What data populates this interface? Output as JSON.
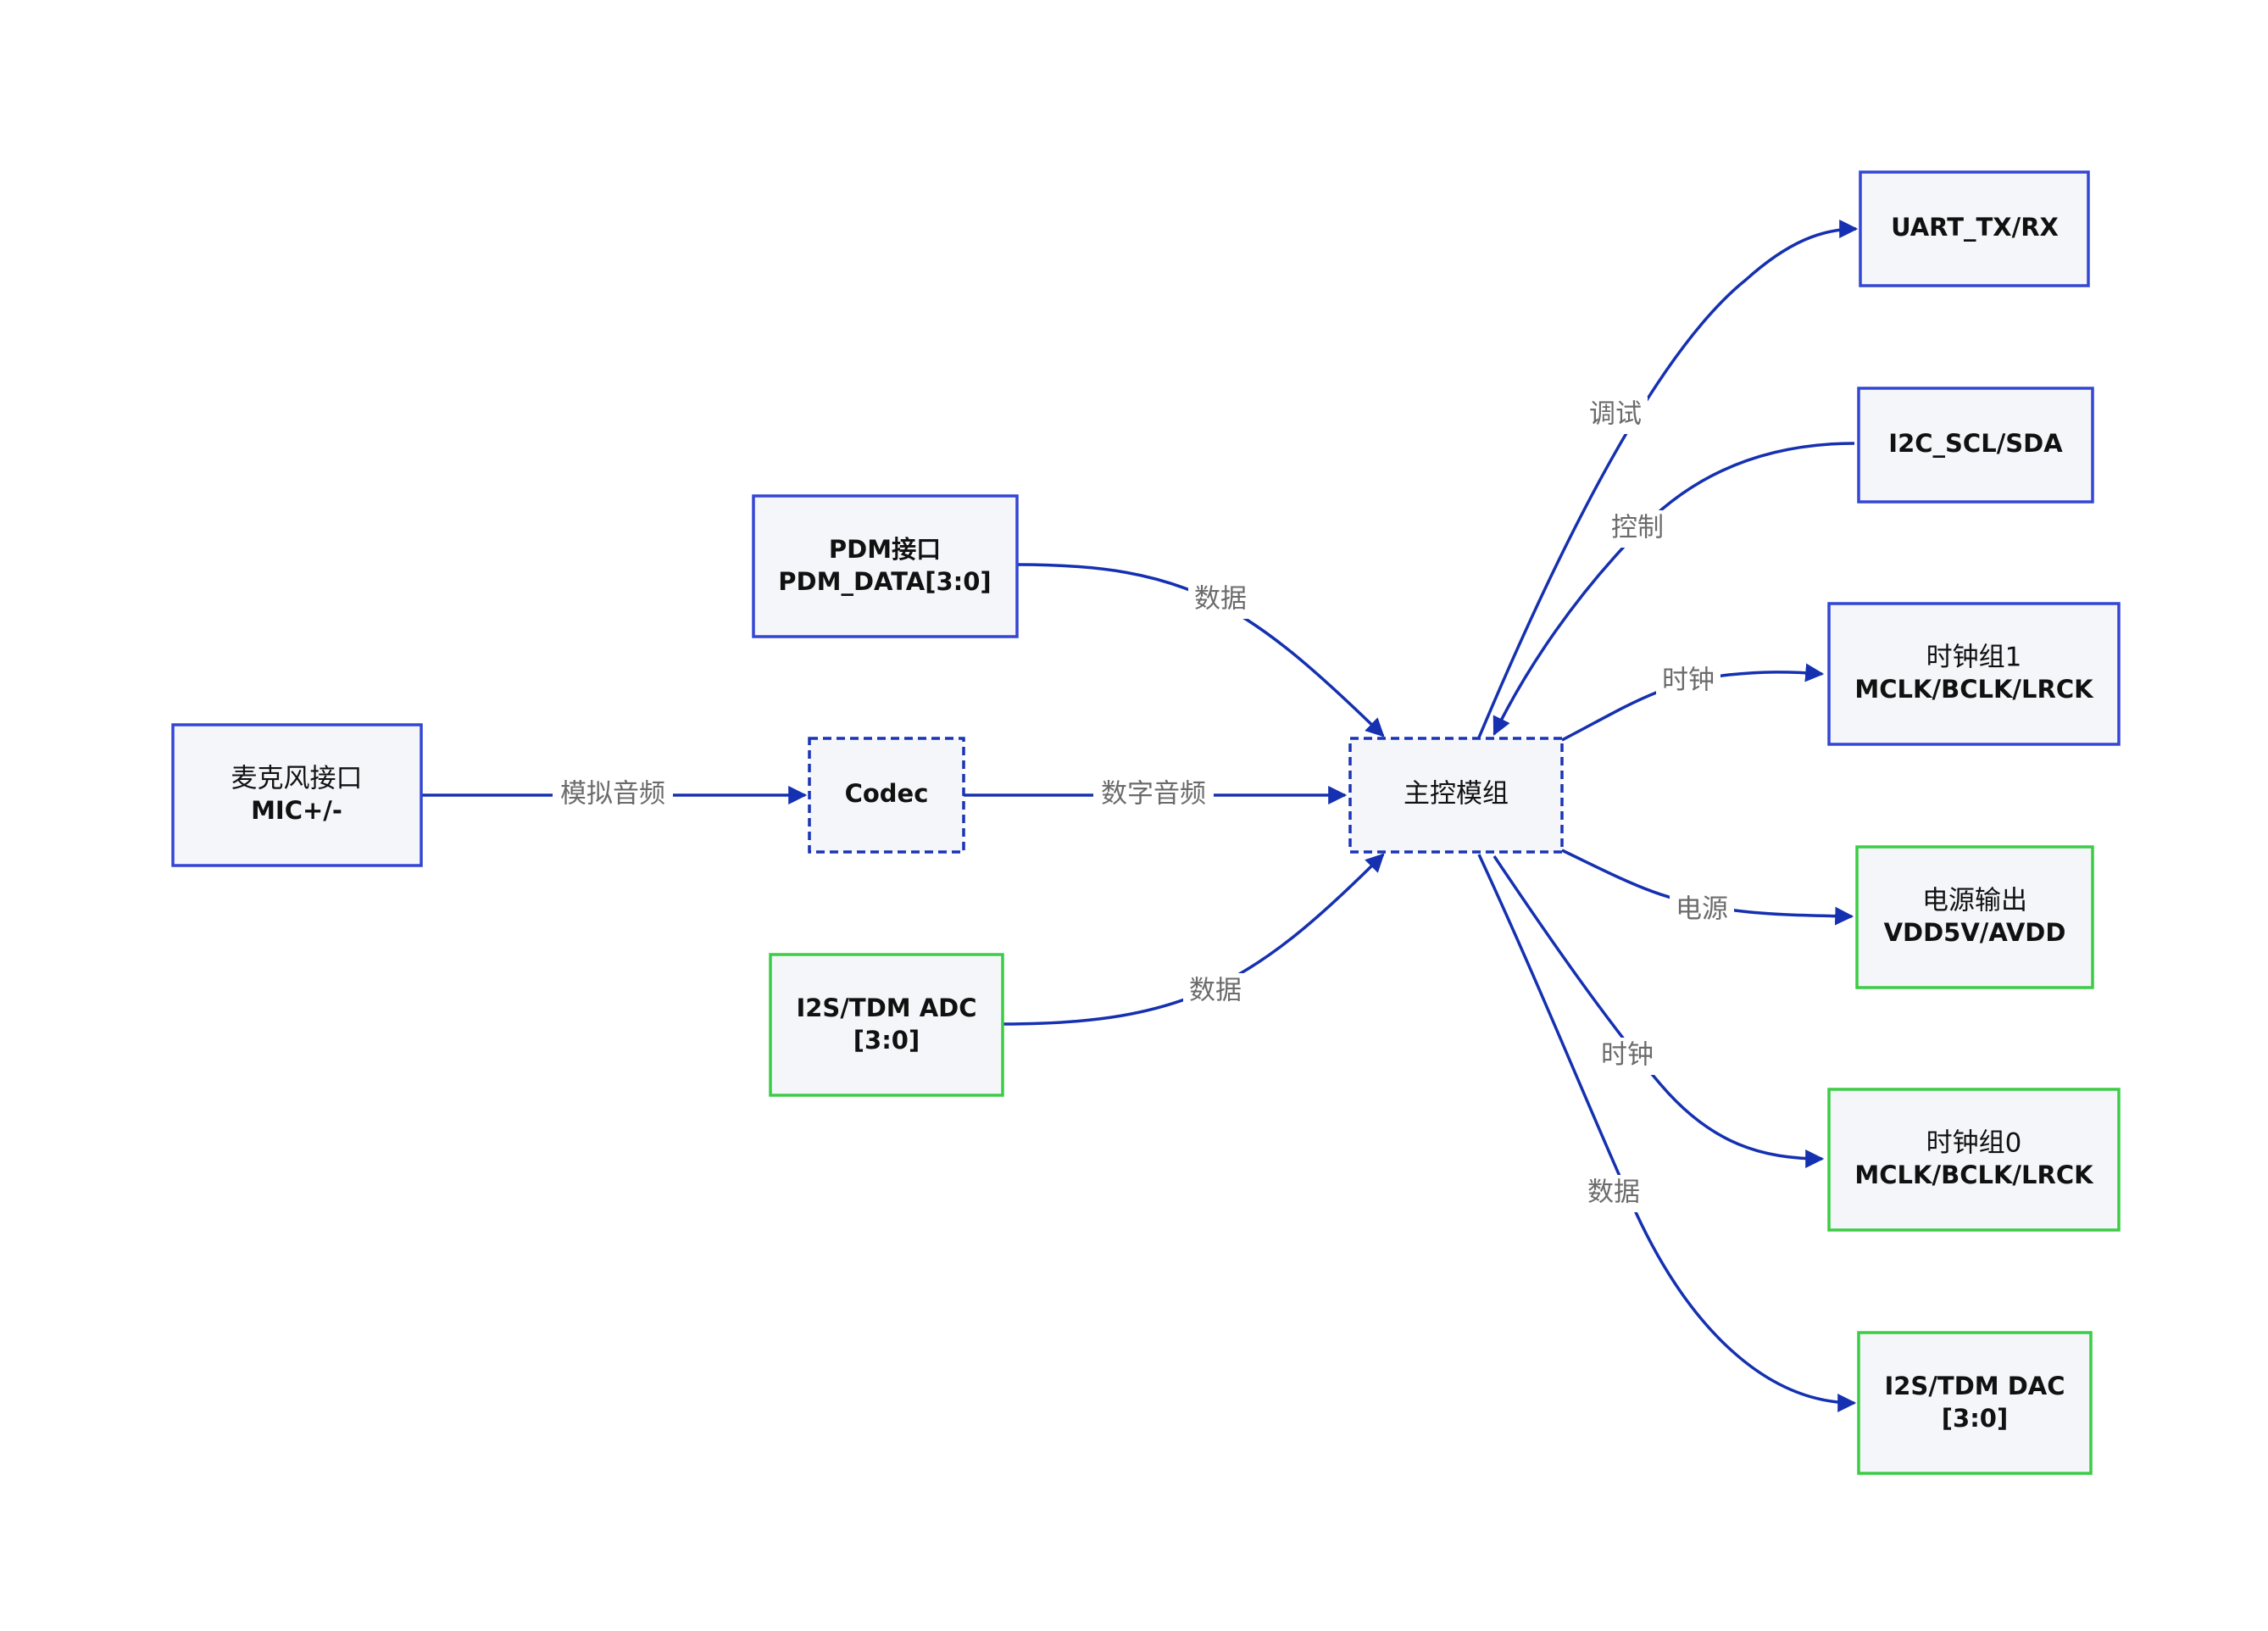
{
  "colors": {
    "edge": "#1530b0",
    "blue_border": "#3346d4",
    "green_border": "#3ccc45",
    "node_fill": "#f5f6fa",
    "label": "#6b6b6b"
  },
  "nodes": {
    "mic": {
      "line1": "麦克风接口",
      "line2": "MIC+/-"
    },
    "codec": {
      "line1": "Codec"
    },
    "pdm": {
      "line1": "PDM接口",
      "line2": "PDM_DATA[3:0]"
    },
    "i2s_adc": {
      "line1": "I2S/TDM ADC",
      "line2": "[3:0]"
    },
    "main": {
      "line1": "主控模组"
    },
    "uart": {
      "line1": "UART_TX/RX"
    },
    "i2c": {
      "line1": "I2C_SCL/SDA"
    },
    "clk1": {
      "line1": "时钟组1",
      "line2": "MCLK/BCLK/LRCK"
    },
    "power": {
      "line1": "电源输出",
      "line2": "VDD5V/AVDD"
    },
    "clk0": {
      "line1": "时钟组0",
      "line2": "MCLK/BCLK/LRCK"
    },
    "i2s_dac": {
      "line1": "I2S/TDM DAC",
      "line2": "[3:0]"
    }
  },
  "edges": {
    "mic_codec": "模拟音频",
    "codec_main": "数字音频",
    "pdm_main": "数据",
    "adc_main": "数据",
    "main_uart": "调试",
    "i2c_main": "控制",
    "main_clk1": "时钟",
    "main_power": "电源",
    "main_clk0": "时钟",
    "main_dac": "数据"
  }
}
